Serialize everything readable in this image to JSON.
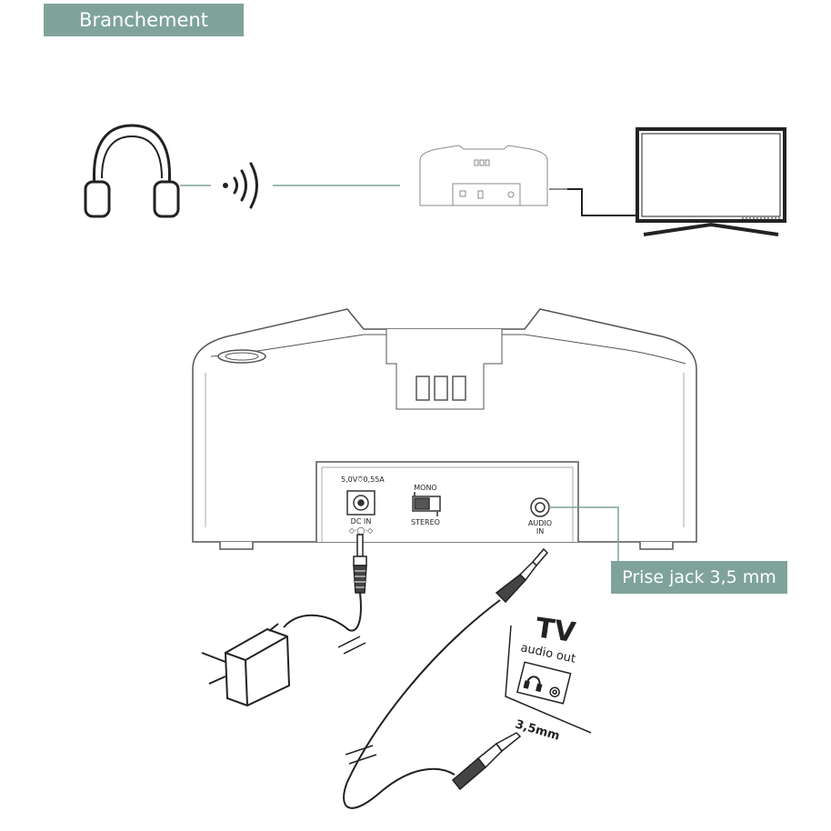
{
  "header": {
    "title": "Branchement"
  },
  "callout": {
    "text": "Prise jack 3,5 mm"
  },
  "dock_rear_panel": {
    "power_rating": "5,0V⎏0,55A",
    "dc_in_label": "DC IN",
    "switch_top_label": "MONO",
    "switch_bottom_label": "STEREO",
    "audio_in_line1": "AUDIO",
    "audio_in_line2": "IN"
  },
  "tv_panel": {
    "title": "TV",
    "subtitle": "audio out",
    "jack_size": "3,5mm"
  },
  "icons": [
    "headphones-icon",
    "wireless-signal-icon",
    "dock-icon",
    "tv-icon",
    "power-adapter-icon",
    "jack-plug-icon",
    "headphone-port-icon"
  ],
  "colors": {
    "accent": "#7fa39a",
    "line": "#222222",
    "light_line": "#9ab5ad"
  }
}
